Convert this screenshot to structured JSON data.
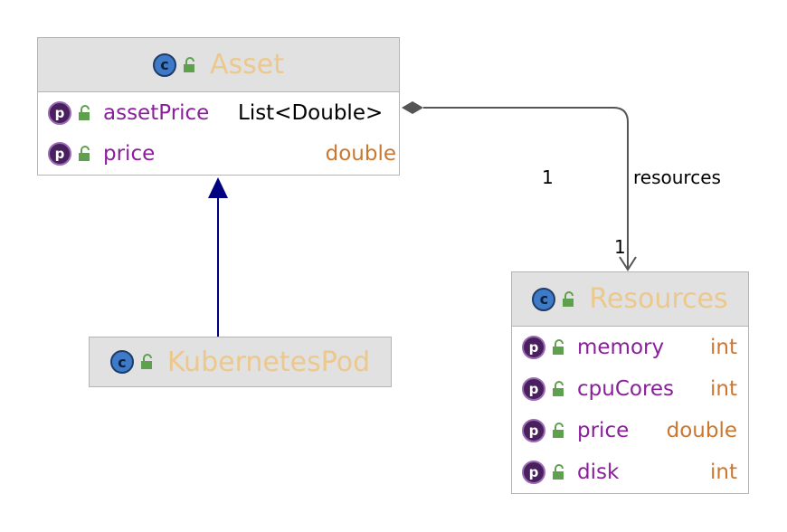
{
  "classes": {
    "asset": {
      "name": "Asset",
      "icon": "class-icon",
      "fields": [
        {
          "name": "assetPrice",
          "type": "List<Double>"
        },
        {
          "name": "price",
          "type": "double"
        }
      ]
    },
    "kubernetes_pod": {
      "name": "KubernetesPod",
      "icon": "class-icon"
    },
    "resources": {
      "name": "Resources",
      "icon": "class-icon",
      "fields": [
        {
          "name": "memory",
          "type": "int"
        },
        {
          "name": "cpuCores",
          "type": "int"
        },
        {
          "name": "price",
          "type": "double"
        },
        {
          "name": "disk",
          "type": "int"
        }
      ]
    }
  },
  "relations": {
    "composition": {
      "source_multiplicity": "1",
      "role": "resources",
      "target_multiplicity": "1"
    }
  },
  "icons": {
    "class_letter": "c",
    "property_letter": "p"
  },
  "colors": {
    "header_bg": "#e1e1e1",
    "class_name": "#ecc88c",
    "field_name": "#8a1e9c",
    "field_type": "#cb772f",
    "inheritance_arrow": "#000080",
    "composition_line": "#555555",
    "public_lock": "#5fa04e"
  }
}
